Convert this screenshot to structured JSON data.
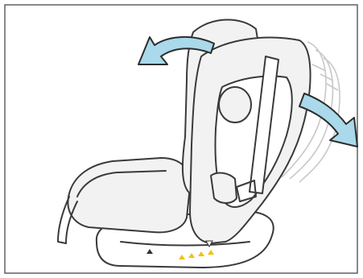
{
  "figure": {
    "subject": "car-seat-backrest-recline",
    "colors": {
      "arrow_fill": "#a9d9ea",
      "outline": "#3a3a3a",
      "seat_fill": "#f2f2f2",
      "ghost_outline": "#c8c8c8",
      "marker_yellow": "#f2c200",
      "marker_dark": "#333333"
    },
    "arrows": [
      {
        "name": "recline-forward-arrow",
        "direction": "up-left"
      },
      {
        "name": "recline-backward-arrow",
        "direction": "down-right"
      }
    ],
    "recline_ghost_positions": 3,
    "base_markers": {
      "dark_marker": "up-triangle",
      "outline_marker": "down-triangle",
      "yellow_marker_count": 4
    }
  }
}
